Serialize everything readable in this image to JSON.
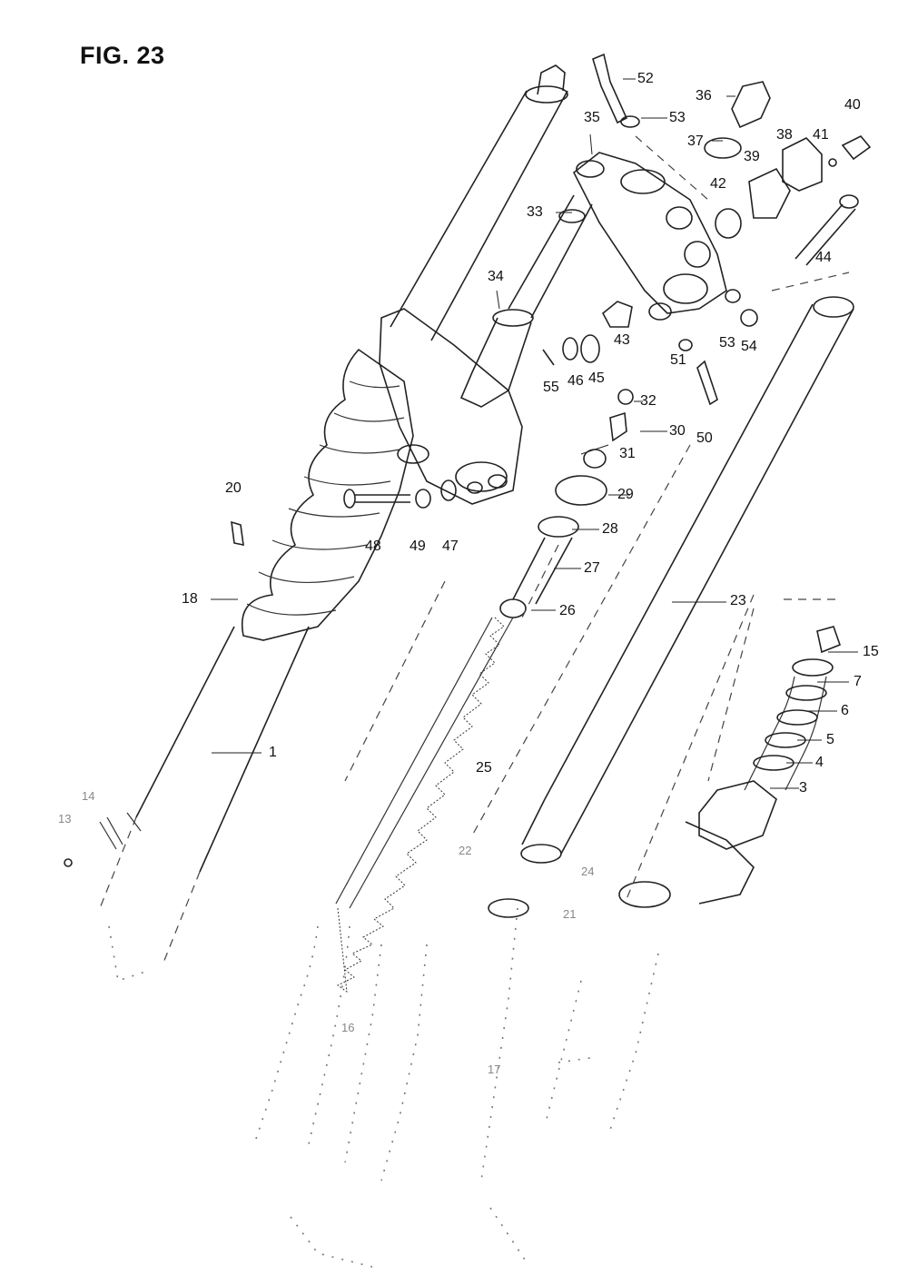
{
  "figure": {
    "title": "FIG. 23"
  },
  "callouts": {
    "p1": "1",
    "p3": "3",
    "p4": "4",
    "p5": "5",
    "p6": "6",
    "p7": "7",
    "p13": "13",
    "p14": "14",
    "p15": "15",
    "p16": "16",
    "p17": "17",
    "p18": "18",
    "p20": "20",
    "p21": "21",
    "p22": "22",
    "p23": "23",
    "p24": "24",
    "p25": "25",
    "p26": "26",
    "p27": "27",
    "p28": "28",
    "p29": "29",
    "p30": "30",
    "p31": "31",
    "p32": "32",
    "p33": "33",
    "p34": "34",
    "p35": "35",
    "p36": "36",
    "p37": "37",
    "p38": "38",
    "p39": "39",
    "p40": "40",
    "p41": "41",
    "p42": "42",
    "p43": "43",
    "p44": "44",
    "p45": "45",
    "p46": "46",
    "p47": "47",
    "p48": "48",
    "p49": "49",
    "p50": "50",
    "p51": "51",
    "p52": "52",
    "p53a": "53",
    "p53b": "53",
    "p54": "54",
    "p55": "55"
  }
}
